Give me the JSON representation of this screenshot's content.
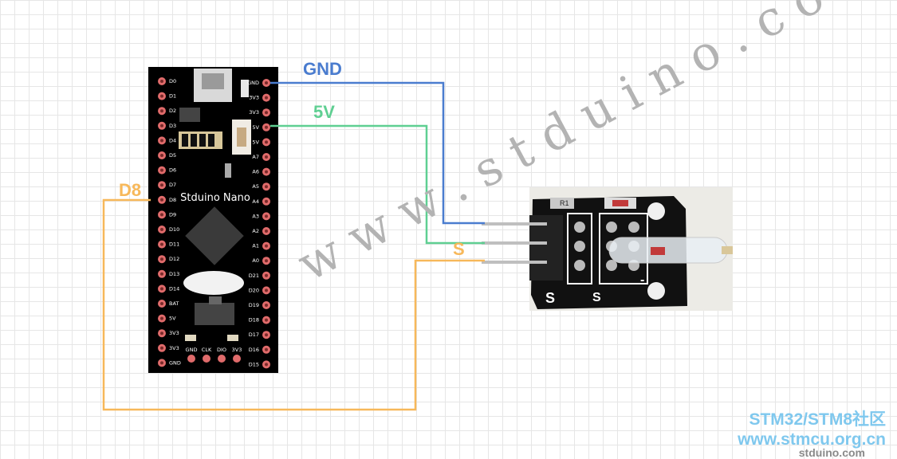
{
  "board": {
    "name": "Stduino Nano",
    "left_pins": [
      "D0",
      "D1",
      "D2",
      "D3",
      "D4",
      "D5",
      "D6",
      "D7",
      "D8",
      "D9",
      "D10",
      "D11",
      "D12",
      "D13",
      "D14",
      "BAT",
      "5V",
      "3V3",
      "3V3",
      "GND"
    ],
    "right_pins": [
      "GND",
      "3V3",
      "3V3",
      "5V",
      "5V",
      "A7",
      "A6",
      "A5",
      "A4",
      "A3",
      "A2",
      "A1",
      "A0",
      "D21",
      "D20",
      "D19",
      "D18",
      "D17",
      "D16",
      "D15"
    ],
    "bottom_pins": [
      "GND",
      "CLK",
      "DIO",
      "3V3"
    ]
  },
  "wires": {
    "gnd": {
      "label": "GND",
      "color": "#4a7ccf"
    },
    "vcc": {
      "label": "5V",
      "color": "#5fcf92"
    },
    "signal": {
      "label": "S",
      "color": "#f7b85a"
    },
    "d8": {
      "label": "D8",
      "color": "#f7b85a"
    }
  },
  "module": {
    "pin_label": "S",
    "minus_label": "-",
    "silk_s": "S",
    "silk_r1": "R1"
  },
  "watermark": "w w w . s t d u i n o . c o m",
  "footer": {
    "line1": "STM32/STM8社区",
    "line2": "www.stmcu.org.cn",
    "line3": "stduino.com"
  }
}
